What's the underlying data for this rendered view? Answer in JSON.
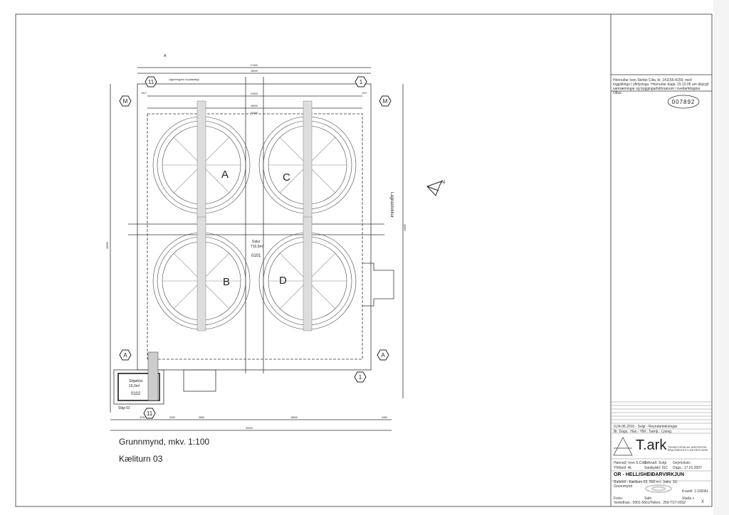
{
  "drawing": {
    "title": "Grunnmynd, mkv. 1:100",
    "subtitle": "Kæliturn 03",
    "tanks": [
      "A",
      "C",
      "B",
      "D"
    ],
    "room": {
      "name": "Salur",
      "area": "710,5m²",
      "number": "0101"
    },
    "stair_room": {
      "name": "Stigahús",
      "area": "15,0m²",
      "number": "0102",
      "label": "Stigi 01"
    },
    "gridlines": {
      "left_top": "11",
      "right_top": "1",
      "mid_left": "M",
      "mid_right": "M",
      "low_left": "A",
      "low_right": "A",
      "bottom_right": "1",
      "bottom_left": "11"
    },
    "section_mark": "A",
    "note_upphengdur": "Upphengdur noyðarstigi",
    "note_lagnastokkur": "Lagnastokkur",
    "dimensions": {
      "top_outer": "27400",
      "top_inner": "26000",
      "top_mid": "24300",
      "inner1": "26000",
      "inner2": "24300",
      "left_total": "28000",
      "right_total": "24000",
      "bottom_total": "30000",
      "bottom_a": "3750",
      "bottom_b": "2300",
      "bottom_c": "3650",
      "bottom_d": "18000",
      "bottom_e": "2400",
      "left_t": "1317",
      "right_t": "1317"
    }
  },
  "title_block": {
    "approval_note": "Hönnuður Ivon Stefán Cilia, kt. 141155-4159, með löggildingu í yfirlýsingu. Hönnuður dags. 15.10.05 um ábyrgð samræmingar og byggingarfulltrúanum í sveitarfélaginu Ölfus.",
    "stamp_number": "007892",
    "revision": "0,04.06.2010 - Svlgi - Reyndarteikningar",
    "revision_header": "Br.  Dags.:  Han.:  Yfirl.:  Samþ.: Lýsing",
    "firm_name": "T.ark",
    "firm_desc": "TEIKNISTOFAN ehf. ARKITEKTAR BRAUTARHOLTI 6 105 REYKJAVÍK",
    "hannad": "Hannað: Ivon S.Cilia",
    "teiknad": "Teiknað: Svlgi",
    "geymslunr": "Geymslunr.:",
    "yfirfarid": "Yfirfarið: AL",
    "samthykkt": "Samþykkt: ISC",
    "dags": "Dags.: 17.01.2007",
    "project": "OR - HELLISHEIÐARVIRKJUN",
    "sheet_desc": "Rafstöð - Kæliturn 03, 500 m.t. (mkv. 11)",
    "drawing_type": "Grunnmynd",
    "scale": "Kvarði: 1:100/A1",
    "fork": "Fork+",
    "safn": "Safn",
    "stada": "Staða +",
    "verkefni": "Verkefnan.: 0001-5661/Teiknr.: 250-TST-0932",
    "rev_letter": "X"
  }
}
